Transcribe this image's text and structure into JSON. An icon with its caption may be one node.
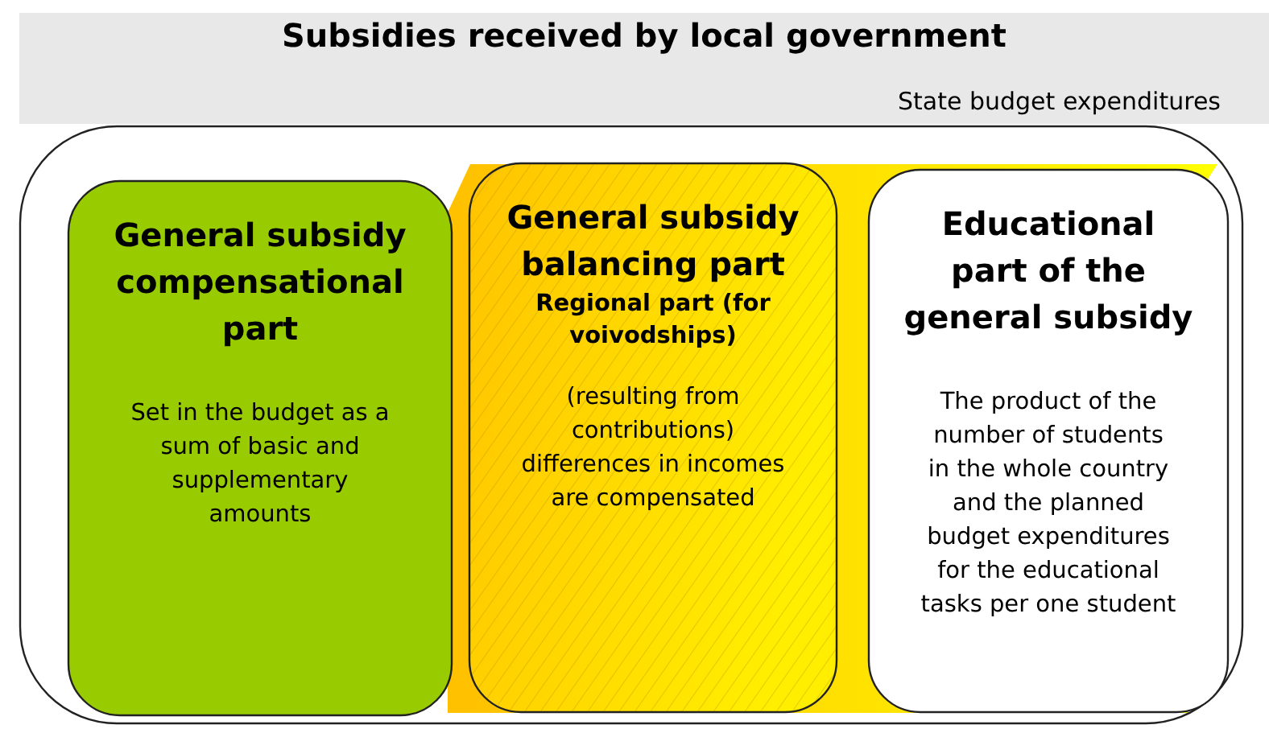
{
  "diagram": {
    "title": "Subsidies received by local government",
    "nodes": [
      {
        "text": [
          "State budget expenditures"
        ]
      },
      {
        "text": [
          "General subsidy compensational part",
          "Set in the budget as a sum of basic and supplementary amounts"
        ],
        "in": 0
      },
      {
        "text": [
          "General subsidy balancing part",
          "Regional part (for voivodships)",
          "(resulting from contributions) differences in incomes are compensated"
        ],
        "in": 0
      },
      {
        "text": [
          "Educational part of the general subsidy",
          "The product of the number of students in the whole country and the planned budget expenditures for the educational tasks per one student"
        ],
        "in": 0
      }
    ]
  }
}
